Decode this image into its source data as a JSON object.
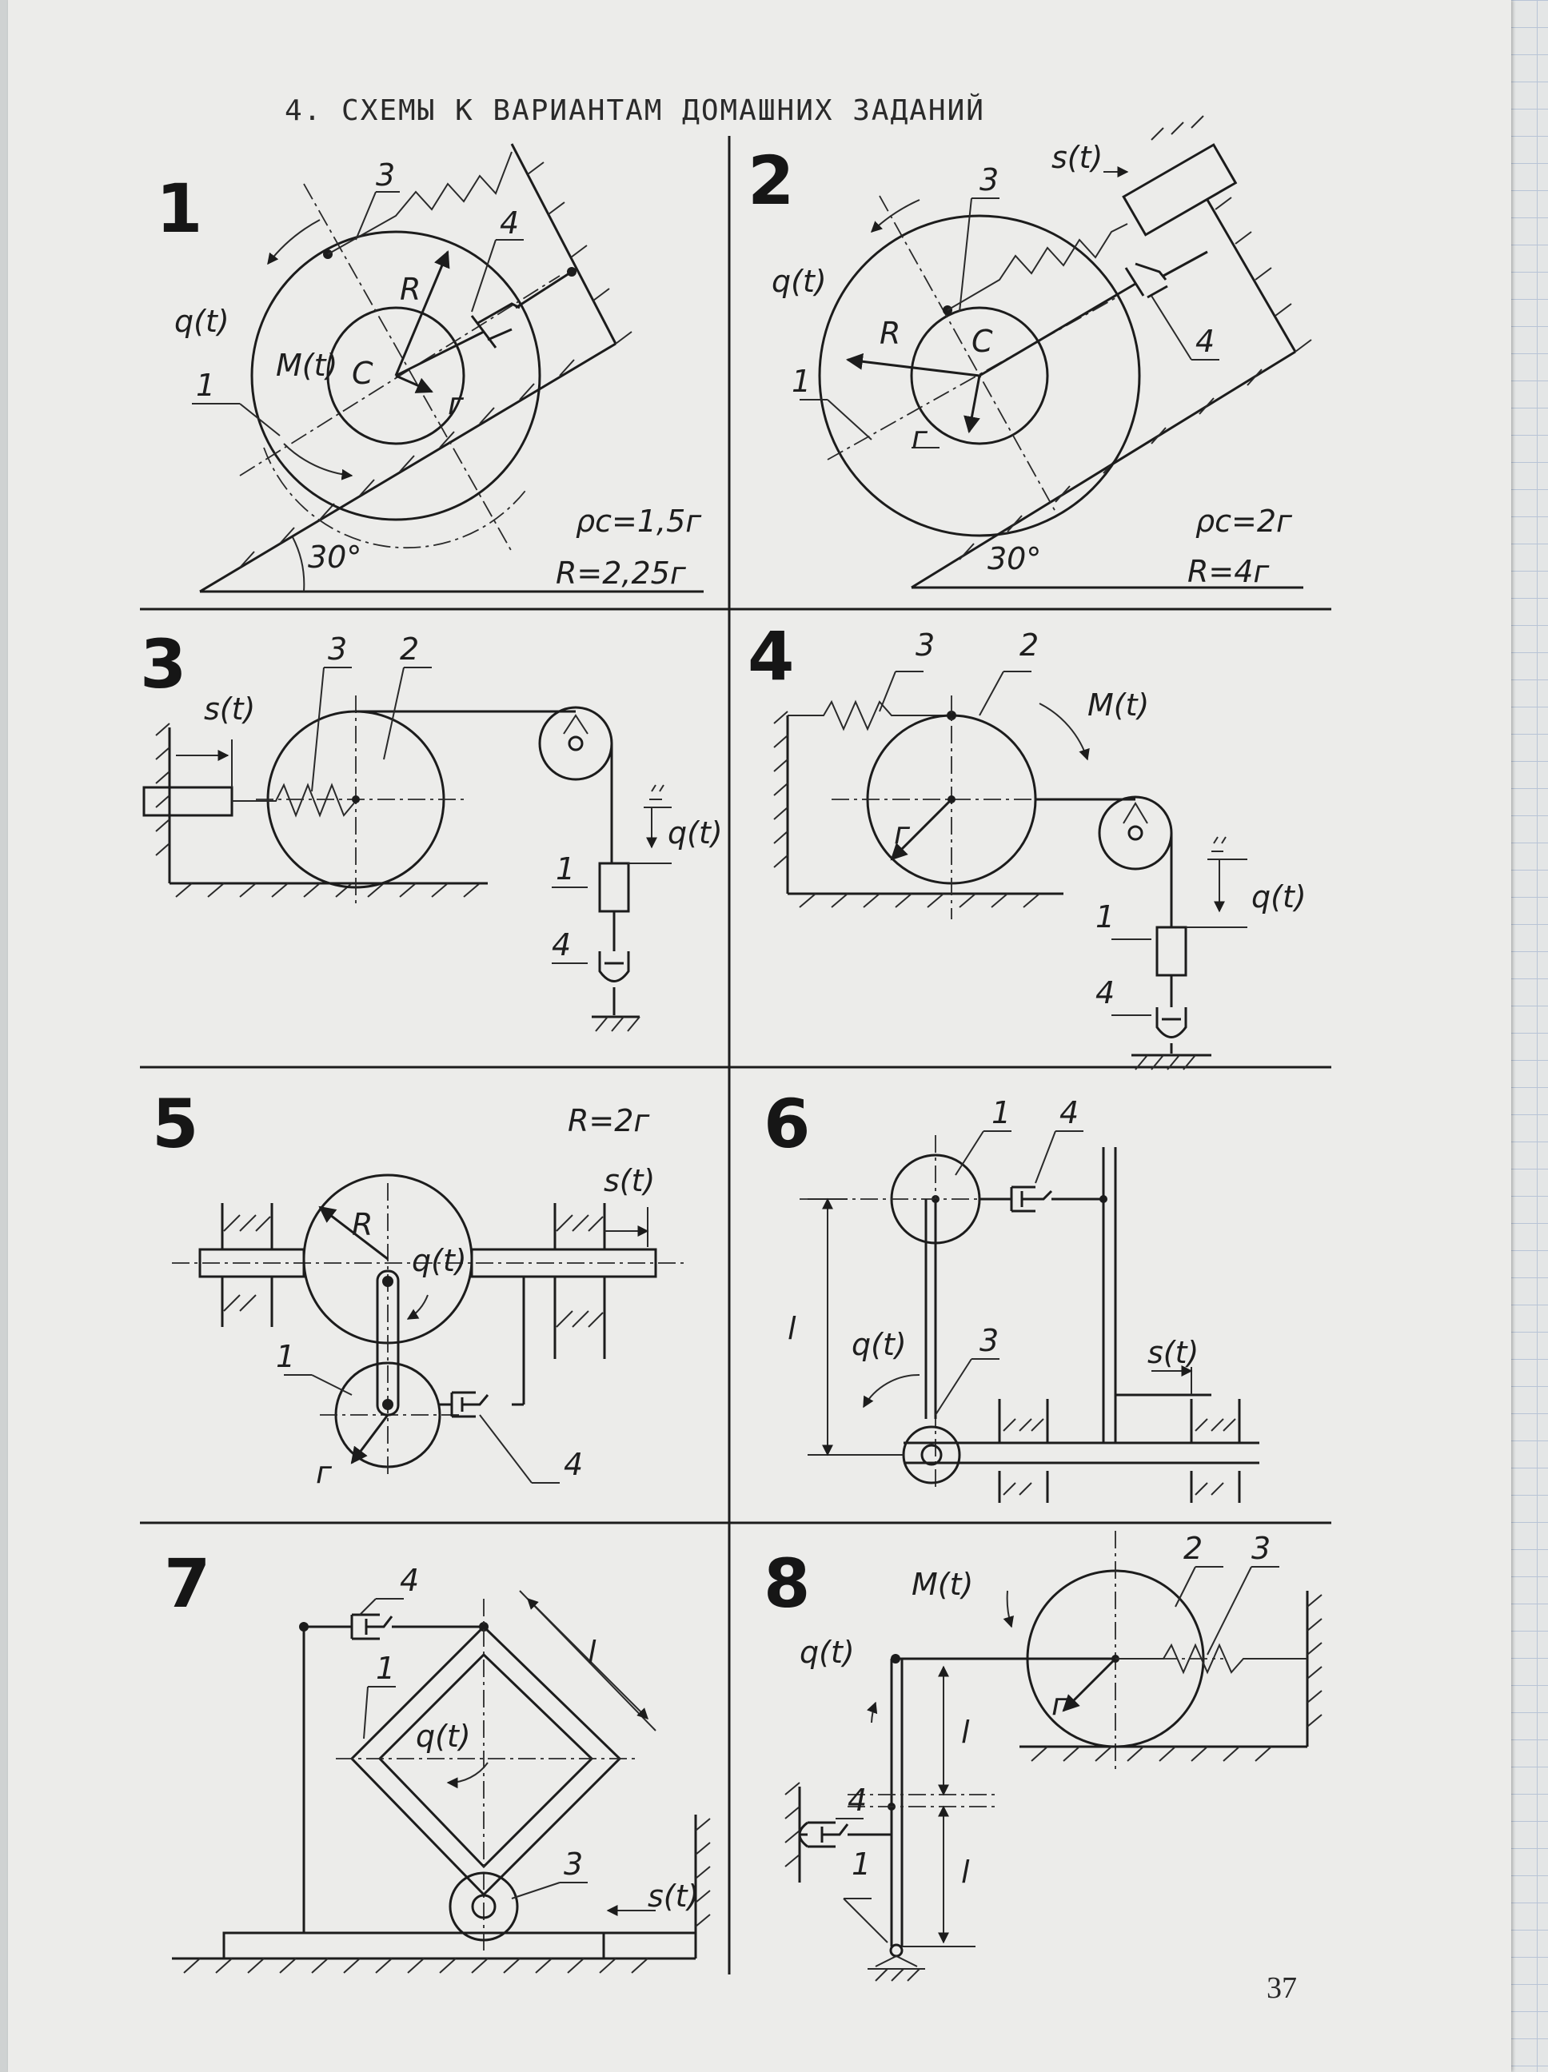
{
  "title": "4. СХЕМЫ К ВАРИАНТАМ ДОМАШНИХ ЗАДАНИЙ",
  "page_number": "37",
  "schemes": [
    {
      "number": "1",
      "labels": {
        "q": "q(t)",
        "moment": "M(t)",
        "center": "C",
        "big_radius": "R",
        "small_radius": "г",
        "n1": "1",
        "n3": "3",
        "n4": "4",
        "angle": "30°",
        "param1": "ρc=1,5г",
        "param2": "R=2,25г"
      }
    },
    {
      "number": "2",
      "labels": {
        "q": "q(t)",
        "s": "s(t)",
        "center": "C",
        "big_radius": "R",
        "small_radius": "г",
        "n1": "1",
        "n3": "3",
        "n4": "4",
        "angle": "30°",
        "param1": "ρc=2г",
        "param2": "R=4г"
      }
    },
    {
      "number": "3",
      "labels": {
        "s": "s(t)",
        "q": "q(t)",
        "n1": "1",
        "n2": "2",
        "n3": "3",
        "n4": "4"
      }
    },
    {
      "number": "4",
      "labels": {
        "moment": "M(t)",
        "q": "q(t)",
        "small_radius": "г",
        "n1": "1",
        "n2": "2",
        "n3": "3",
        "n4": "4"
      }
    },
    {
      "number": "5",
      "labels": {
        "param": "R=2г",
        "big_radius": "R",
        "q": "q(t)",
        "s": "s(t)",
        "small_radius": "г",
        "n1": "1",
        "n4": "4"
      }
    },
    {
      "number": "6",
      "labels": {
        "length": "l",
        "q": "q(t)",
        "s": "s(t)",
        "n1": "1",
        "n3": "3",
        "n4": "4"
      }
    },
    {
      "number": "7",
      "labels": {
        "length": "l",
        "q": "q(t)",
        "s": "s(t)",
        "n1": "1",
        "n3": "3",
        "n4": "4"
      }
    },
    {
      "number": "8",
      "labels": {
        "moment": "M(t)",
        "q": "q(t)",
        "small_radius": "г",
        "length1": "l",
        "length2": "l",
        "n1": "1",
        "n2": "2",
        "n3": "3",
        "n4": "4"
      }
    }
  ]
}
